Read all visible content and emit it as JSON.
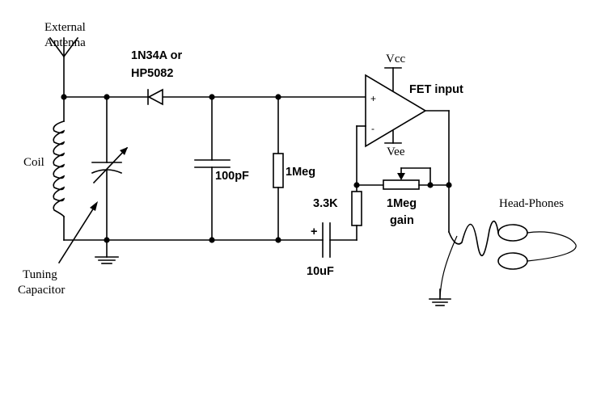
{
  "labels": {
    "antenna": [
      "External",
      "Antenna"
    ],
    "diode": [
      "1N34A or",
      "HP5082"
    ],
    "coil": "Coil",
    "tuning_capacitor": [
      "Tuning",
      "Capacitor"
    ],
    "cap_100pf": "100pF",
    "res_1meg": "1Meg",
    "vcc": "Vcc",
    "vee": "Vee",
    "opamp": "FET input",
    "plus_sign": "+",
    "minus_sign": "-",
    "res_3_3k": "3.3K",
    "pot": [
      "1Meg",
      "gain"
    ],
    "cap_plus": "+",
    "cap_10uf": "10uF",
    "headphones": "Head-Phones"
  }
}
